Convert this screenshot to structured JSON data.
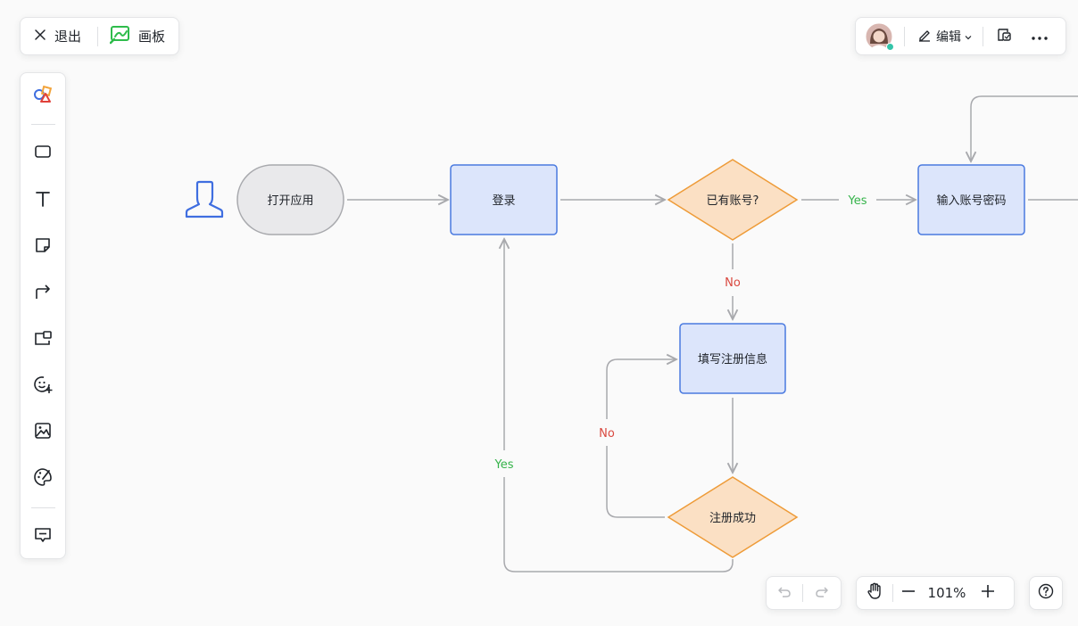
{
  "topbar": {
    "exit_label": "退出",
    "board_label": "画板",
    "edit_label": "编辑"
  },
  "zoom": {
    "level": "101%"
  },
  "colors": {
    "process_fill": "#dce5fb",
    "process_stroke": "#4a7ae0",
    "decision_fill": "#fbe0c4",
    "decision_stroke": "#ee9b38",
    "terminal_fill": "#e9e9eb",
    "terminal_stroke": "#a8a9ad",
    "edge": "#a8a9ad",
    "yes": "#35b34a",
    "no": "#d9483f"
  },
  "flowchart": {
    "nodes": {
      "open_app": "打开应用",
      "login": "登录",
      "has_account": "已有账号?",
      "enter_credentials": "输入账号密码",
      "fill_registration": "填写注册信息",
      "register_success": "注册成功"
    },
    "edges": {
      "yes_to_credentials": "Yes",
      "no_to_register": "No",
      "no_retry": "No",
      "yes_to_login": "Yes"
    }
  },
  "icons": {
    "exit": "close-icon",
    "board": "whiteboard-icon",
    "user": "user-icon",
    "edit": "pencil-icon",
    "share": "share-icon",
    "more": "more-icon",
    "shapes": "shapes-icon",
    "rect": "rectangle-icon",
    "text": "text-icon",
    "sticky": "sticky-note-icon",
    "connector": "connector-icon",
    "frame": "frame-icon",
    "sticker": "sticker-icon",
    "image": "image-icon",
    "palette": "palette-icon",
    "comment": "comment-icon",
    "undo": "undo-icon",
    "redo": "redo-icon",
    "hand": "hand-icon",
    "zoom_out": "zoom-out-icon",
    "zoom_in": "zoom-in-icon",
    "help": "help-icon"
  }
}
